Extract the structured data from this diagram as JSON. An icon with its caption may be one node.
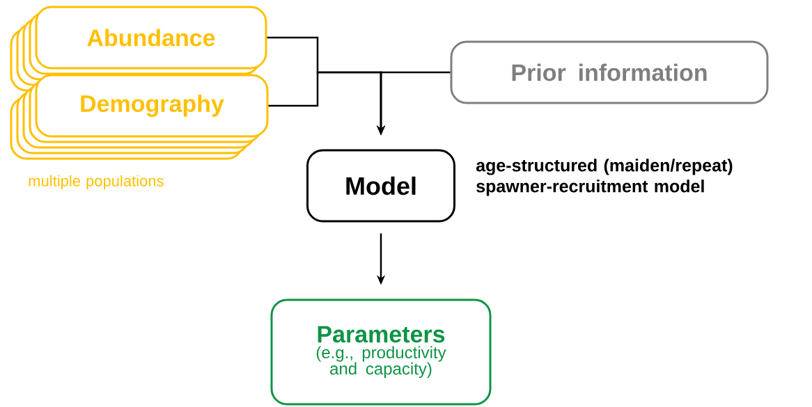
{
  "diagram": {
    "nodes": [
      {
        "text": [
          "Abundance"
        ]
      },
      {
        "text": [
          "Demography"
        ]
      },
      {
        "text": [
          "Prior information"
        ]
      },
      {
        "text": [
          "Model"
        ],
        "beside": [
          "age-structured (maiden/repeat) spawner-recruitment model"
        ]
      },
      {
        "text": [
          "Parameters",
          "(e.g., productivity and  capacity)"
        ]
      }
    ],
    "edges": [
      {
        "from": 0,
        "to": 3,
        "arrow": "to"
      },
      {
        "from": 1,
        "to": 3,
        "arrow": "to"
      },
      {
        "from": 2,
        "to": 3,
        "arrow": "to"
      },
      {
        "from": 3,
        "to": 4,
        "arrow": "to"
      }
    ],
    "labels": [
      "multiple populations"
    ]
  }
}
